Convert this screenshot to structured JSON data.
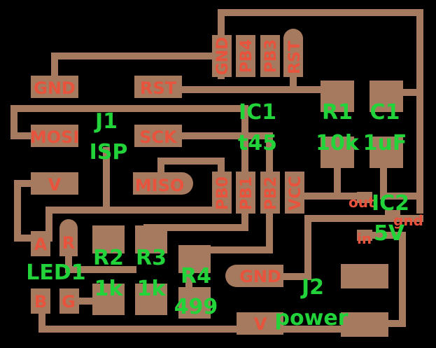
{
  "colors": {
    "background": "#000000",
    "copper": "#a67a5e",
    "pad_label": "#e8533d",
    "silk_label": "#22d43a",
    "highlight_label": "#f0e61e"
  },
  "pads": {
    "gnd_isp": "GND",
    "rst_isp": "RST",
    "mosi": "MOSI",
    "sck": "SCK",
    "v_isp": "V",
    "miso": "MISO",
    "ic1_gnd": "GND",
    "pb4": "PB4",
    "pb3": "PB3",
    "rst_ic": "RST",
    "pb0": "PB0",
    "pb1": "PB1",
    "pb2": "PB2",
    "vcc": "VCC",
    "led_a": "A",
    "led_r": "R",
    "led_b": "B",
    "led_g": "G",
    "power_gnd": "GND",
    "power_v": "V",
    "ic2_out": "out",
    "ic2_gnd": "gnd",
    "ic2_in": "in"
  },
  "silk": {
    "j1": "J1",
    "isp": "ISP",
    "ic1": "IC1",
    "t45": "t45",
    "r1": "R1",
    "r1_value": "10k",
    "c1": "C1",
    "c1_value": "1uF",
    "ic2": "IC2",
    "ic2_value": "5V",
    "led1": "LED1",
    "r2": "R2",
    "r2_value": "1k",
    "r3": "R3",
    "r3_value": "1k",
    "r4": "R4",
    "r4_value": "499",
    "j2": "J2",
    "power": "power"
  }
}
